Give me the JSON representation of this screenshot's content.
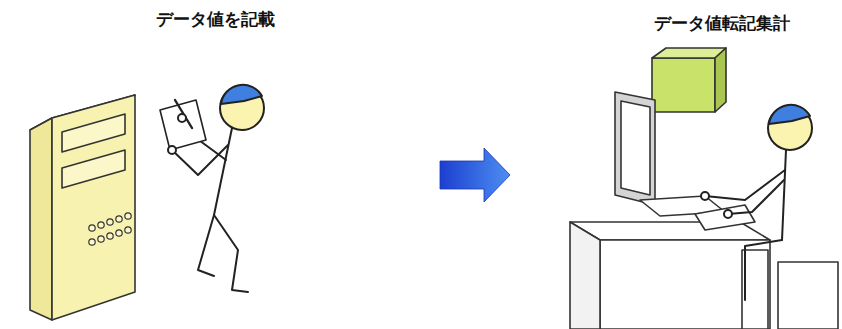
{
  "diagram": {
    "nodes": [
      {
        "text": [
          "データ値を記載"
        ]
      },
      {
        "text": [
          "データ値転記集計"
        ]
      }
    ],
    "edges": [
      {
        "from": 0,
        "to": 1,
        "arrow": "to"
      }
    ]
  }
}
